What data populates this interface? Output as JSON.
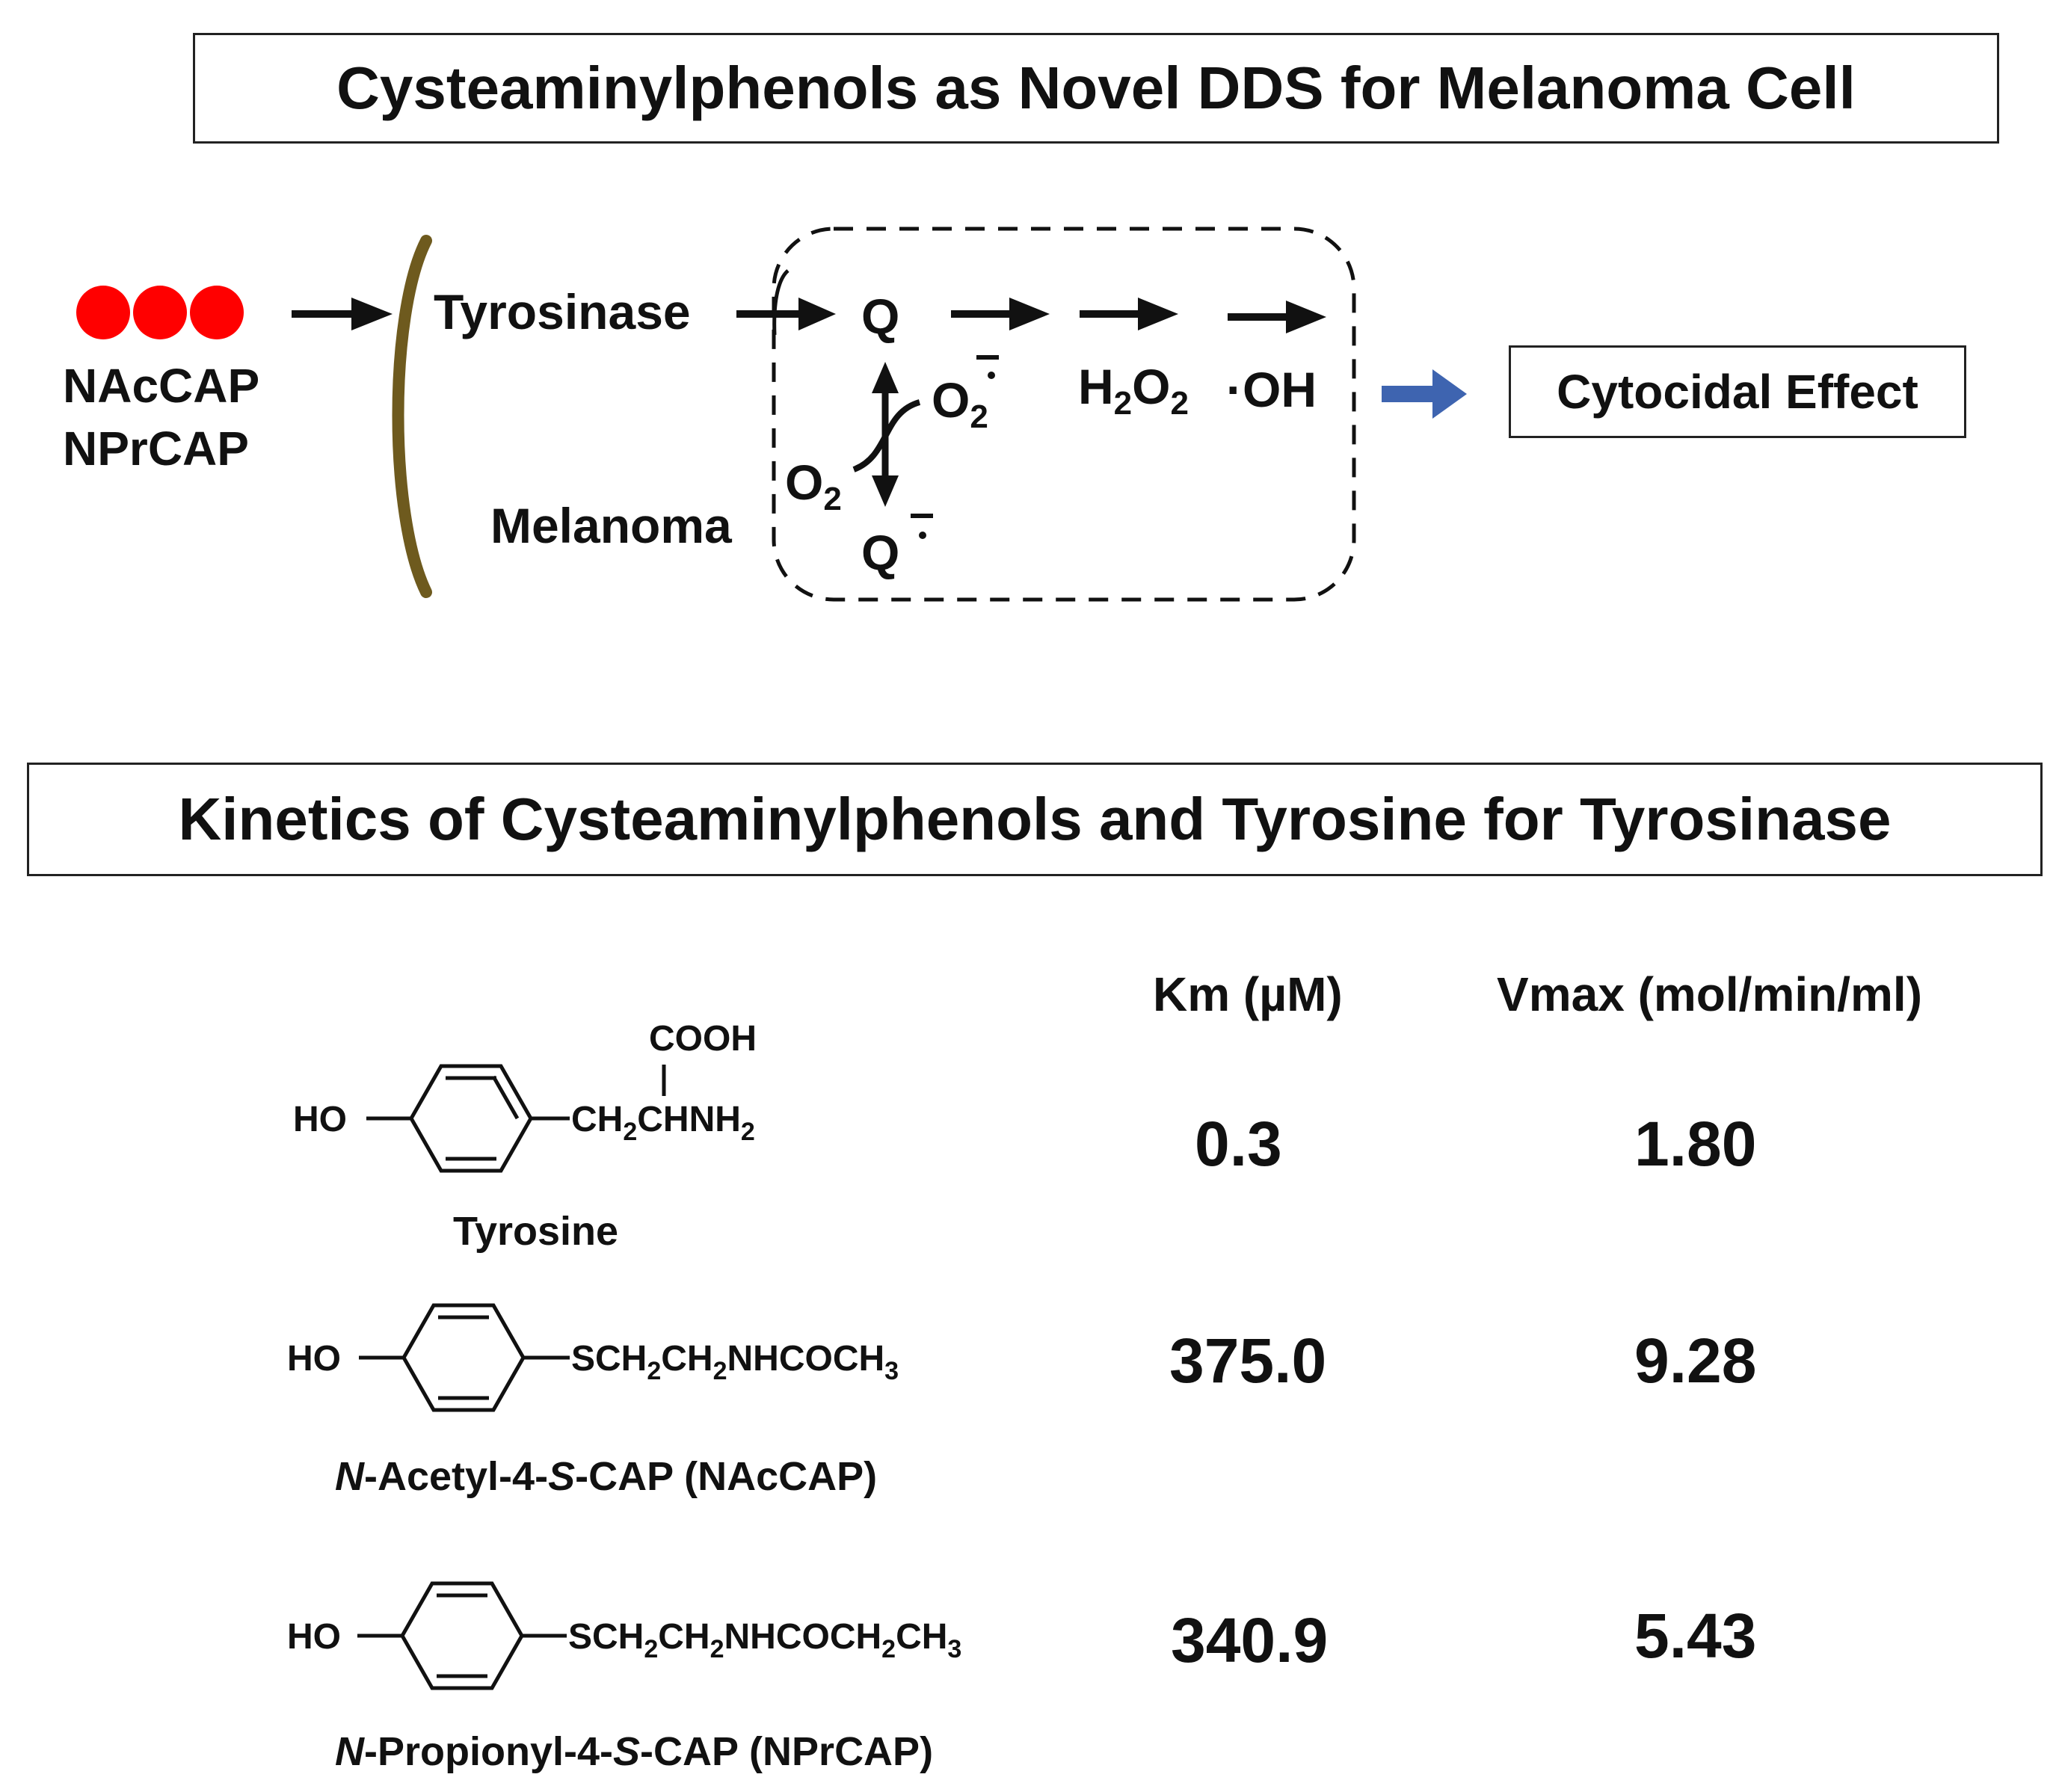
{
  "colors": {
    "dot": "#ff0000",
    "bracket": "#6e5a1e",
    "block_arrow": "#3e64b0",
    "ink": "#111111"
  },
  "top": {
    "title": "Cysteaminylphenols as Novel DDS for Melanoma Cell",
    "compounds": [
      "NAcCAP",
      "NPrCAP"
    ],
    "tyrosinase": "Tyrosinase",
    "melanoma": "Melanoma",
    "q": "Q",
    "q_radical": "Q",
    "o2": "O",
    "o2_sub": "2",
    "superoxide": "O",
    "superoxide_sub": "2",
    "h2o2_h": "H",
    "h2o2_sub1": "2",
    "h2o2_o": "O",
    "h2o2_sub2": "2",
    "hydroxyl": "·OH",
    "effect": "Cytocidal Effect"
  },
  "bottom": {
    "title": "Kinetics of Cysteaminylphenols and Tyrosine for Tyrosinase",
    "headers": {
      "km": "Km (µM)",
      "vmax": "Vmax (mol/min/ml)"
    },
    "rows": [
      {
        "ho": "HO",
        "name": "Tyrosine",
        "km": "0.3",
        "vmax": "1.80"
      },
      {
        "ho": "HO",
        "name_pre": "N",
        "name_mid1": "-Acetyl-4-",
        "name_s": "S",
        "name_post": "-CAP (NAcCAP)",
        "km": "375.0",
        "vmax": "9.28"
      },
      {
        "ho": "HO",
        "name_pre": "N",
        "name_mid1": "-Propionyl-4-",
        "name_s": "S",
        "name_post": "-CAP (NPrCAP)",
        "km": "340.9",
        "vmax": "5.43"
      }
    ],
    "tyr_cooh": "COOH",
    "tyr_chain": {
      "a": "CH",
      "s1": "2",
      "b": "CHNH",
      "s2": "2"
    },
    "nac_chain": {
      "a": "SCH",
      "s1": "2",
      "b": "CH",
      "s2": "2",
      "c": "NHCOCH",
      "s3": "3"
    },
    "npr_chain": {
      "a": "SCH",
      "s1": "2",
      "b": "CH",
      "s2": "2",
      "c": "NHCOCH",
      "s3": "2",
      "d": "CH",
      "s4": "3"
    }
  }
}
